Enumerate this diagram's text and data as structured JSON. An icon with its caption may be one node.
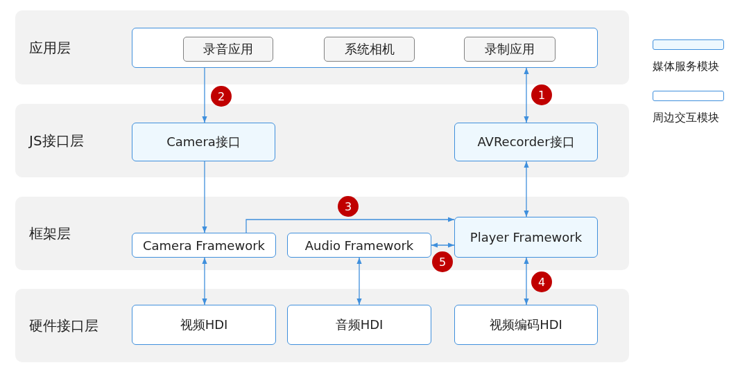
{
  "diagram": {
    "nodes": [
      {
        "text": [
          "应用层"
        ]
      },
      {
        "text": [],
        "shape": "box",
        "in": 0
      },
      {
        "text": [
          "录音应用"
        ],
        "in": 1
      },
      {
        "text": [
          "系统相机"
        ],
        "in": 1
      },
      {
        "text": [
          "录制应用"
        ],
        "in": 1
      },
      {
        "text": [
          "JS接口层"
        ]
      },
      {
        "text": [
          "Camera接口"
        ],
        "in": 5
      },
      {
        "text": [
          "AVRecorder接口"
        ],
        "in": 5
      },
      {
        "text": [
          "框架层"
        ]
      },
      {
        "text": [
          "Camera Framework"
        ],
        "in": 8
      },
      {
        "text": [
          "Audio Framework"
        ],
        "in": 8
      },
      {
        "text": [
          "Player Framework"
        ],
        "in": 8
      },
      {
        "text": [
          "硬件接口层"
        ]
      },
      {
        "text": [
          "视频HDI"
        ],
        "in": 12
      },
      {
        "text": [
          "音频HDI"
        ],
        "in": 12
      },
      {
        "text": [
          "视频编码HDI"
        ],
        "in": 12
      }
    ],
    "edges": [
      {
        "from": 1,
        "to": 6,
        "arrow": "to",
        "label": "2"
      },
      {
        "from": 1,
        "to": 7,
        "arrow": "both",
        "label": "1"
      },
      {
        "from": 6,
        "to": 9,
        "arrow": "to"
      },
      {
        "from": 7,
        "to": 11,
        "arrow": "both"
      },
      {
        "from": 9,
        "to": 11,
        "arrow": "to",
        "label": "3"
      },
      {
        "from": 10,
        "to": 11,
        "arrow": "both",
        "label": "5"
      },
      {
        "from": 9,
        "to": 13,
        "arrow": "both"
      },
      {
        "from": 10,
        "to": 14,
        "arrow": "both"
      },
      {
        "from": 11,
        "to": 15,
        "arrow": "both",
        "label": "4"
      }
    ],
    "legend": [
      {
        "text": "媒体服务模块",
        "color": "#eef8fe"
      },
      {
        "text": "周边交互模块",
        "color": "#ffffff"
      }
    ]
  }
}
